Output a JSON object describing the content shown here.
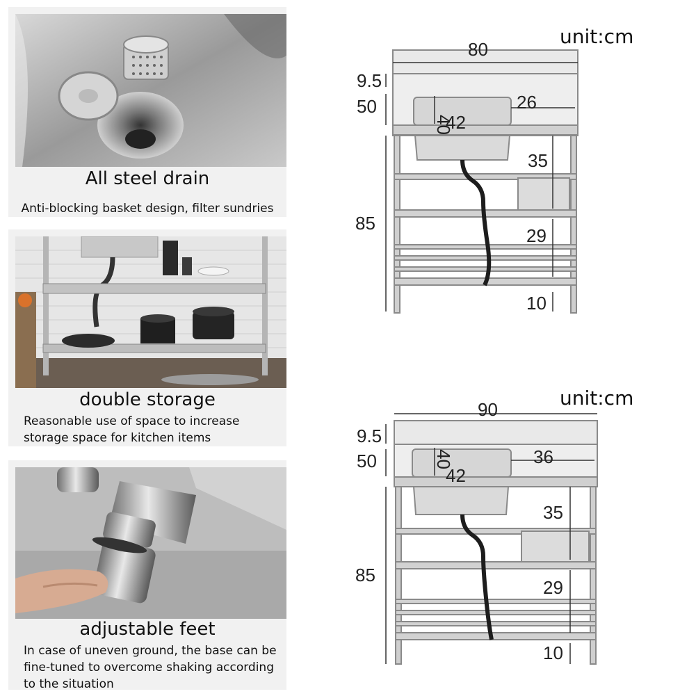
{
  "features": [
    {
      "title": "All steel drain",
      "desc": "Anti-blocking basket design, filter sundries",
      "photo_icon": "drain-basket-photo"
    },
    {
      "title": "double storage",
      "desc": "Reasonable use of space to increase storage space for kitchen items",
      "photo_icon": "storage-shelf-photo"
    },
    {
      "title": "adjustable feet",
      "desc": "In case of uneven ground, the base can be fine-tuned to overcome shaking according to the situation",
      "photo_icon": "adjustable-foot-photo"
    }
  ],
  "diagrams": [
    {
      "unit": "unit:cm",
      "width": "80",
      "top_height": "9.5",
      "depth": "50",
      "bowl_depth": "40",
      "bowl_width": "42",
      "side_width": "26",
      "drop1": "35",
      "drop2": "29",
      "foot": "10",
      "total_height": "85"
    },
    {
      "unit": "unit:cm",
      "width": "90",
      "top_height": "9.5",
      "depth": "50",
      "bowl_depth": "40",
      "bowl_width": "42",
      "side_width": "36",
      "drop1": "35",
      "drop2": "29",
      "foot": "10",
      "total_height": "85"
    }
  ]
}
